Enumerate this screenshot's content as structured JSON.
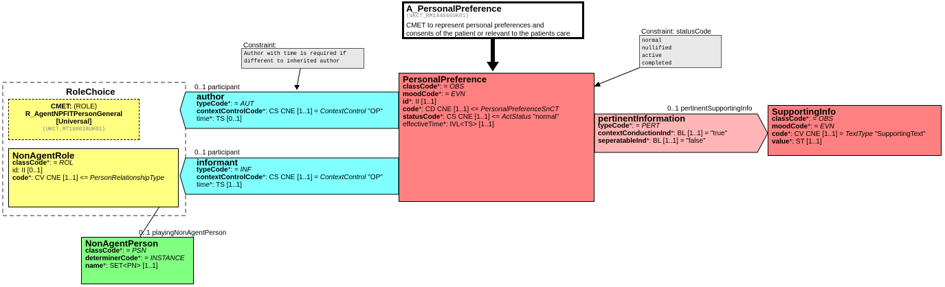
{
  "entry": {
    "title": "A_PersonalPreference",
    "id": "(UKCT_RM144046UK01)",
    "desc_line1": "CMET to represent personal preferences and",
    "desc_line2": "consents of the patient or relevant to the patients care"
  },
  "notes": {
    "author_constraint": {
      "label": "Constraint:",
      "line1": "Author with time is required if",
      "line2": "different to inherited author"
    },
    "status_constraint": {
      "label": "Constraint: statusCode",
      "values": [
        "normal",
        "nullified",
        "active",
        "completed"
      ]
    }
  },
  "role_choice": {
    "title": "RoleChoice",
    "cmet": {
      "line1_bold": "CMET:",
      "line1_rest": " (ROLE)",
      "line2": "R_AgentNPFITPersonGeneral",
      "line3": "[Universal]",
      "line4": "(UKCT_MT160018UK01)"
    },
    "non_agent_role": {
      "title": "NonAgentRole",
      "a1_name": "classCode",
      "a1_rest": "*: = ",
      "a1_val": "ROL",
      "a2": "id: II [0..1]",
      "a3_name": "code",
      "a3_rest": "*: CV CNE [1..1] <= ",
      "a3_val": "PersonRelationshipType"
    }
  },
  "author": {
    "card": "0..1 participant",
    "title": "author",
    "a1_name": "typeCode",
    "a1_rest": "*: = ",
    "a1_val": "AUT",
    "a2_name": "contextControlCode",
    "a2_rest": "*: CS CNE [1..1] = ",
    "a2_val": "ContextControl",
    "a2_tail": " \"OP\"",
    "a3": "time*: TS [0..1]"
  },
  "informant": {
    "card": "0..1 participant",
    "title": "informant",
    "a1_name": "typeCode",
    "a1_rest": "*: = ",
    "a1_val": "INF",
    "a2_name": "contextControlCode",
    "a2_rest": "*: CS CNE [1..1] = ",
    "a2_val": "ContextControl",
    "a2_tail": " \"OP\"",
    "a3": "time*: TS [1..1]"
  },
  "personal_preference": {
    "title": "PersonalPreference",
    "a1_name": "classCode",
    "a1_rest": "*: = ",
    "a1_val": "OBS",
    "a2_name": "moodCode",
    "a2_rest": "*: = ",
    "a2_val": "EVN",
    "a3_name": "id",
    "a3_rest": "*: II [1..1]",
    "a4_name": "code",
    "a4_rest": "*: CD CNE [1..1] <= ",
    "a4_val": "PersonalPreferenceSnCT",
    "a5_name": "statusCode",
    "a5_rest": "*: CS CNE [1..1] <= ",
    "a5_val": "ActStatus",
    "a5_tail": " \"normal\"",
    "a6": "effectiveTime*: IVL<TS> [1..1]"
  },
  "pertinent_information": {
    "card": "0..1 pertinentSupportingInfo",
    "title": "pertinentInformation",
    "a1_name": "typeCode",
    "a1_rest": "*: = ",
    "a1_val": "PERT",
    "a2_name": "contextConductionInd",
    "a2_rest": "*: BL [1..1] = \"true\"",
    "a3_name": "seperatableInd",
    "a3_rest": "*: BL [1..1] = \"false\""
  },
  "supporting_info": {
    "title": "SupportingInfo",
    "a1_name": "classCode",
    "a1_rest": "*: = ",
    "a1_val": "OBS",
    "a2_name": "moodCode",
    "a2_rest": "*: = ",
    "a2_val": "EVN",
    "a3_name": "code",
    "a3_rest": "*: CV CNE [1..1] = ",
    "a3_val": "TextType",
    "a3_tail": " \"SupportingText\"",
    "a4_name": "value",
    "a4_rest": "*: ST [1..1]"
  },
  "non_agent_person": {
    "card": "0..1 playingNonAgentPerson",
    "title": "NonAgentPerson",
    "a1_name": "classCode",
    "a1_rest": "*: = ",
    "a1_val": "PSN",
    "a2_name": "determinerCode",
    "a2_rest": "*: = ",
    "a2_val": "INSTANCE",
    "a3_name": "name",
    "a3_rest": "*: SET<PN> [1..1]"
  },
  "colors": {
    "act": "#ff8080",
    "act_relationship": "#ffb5b5",
    "participation": "#80ffff",
    "role": "#ffff80",
    "entity": "#80ff80"
  }
}
